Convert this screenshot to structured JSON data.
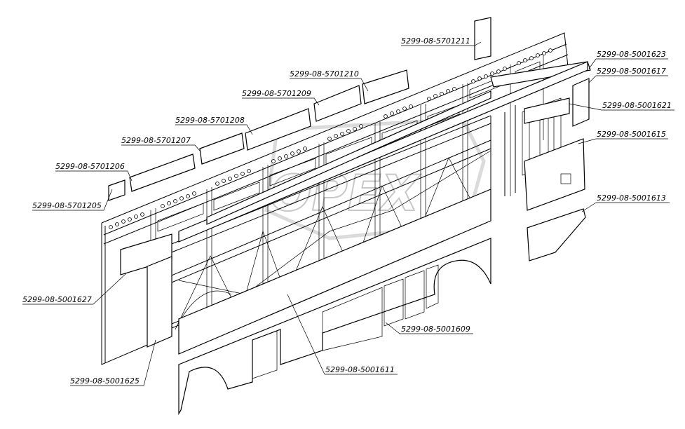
{
  "diagram": {
    "watermark": "OPEX",
    "labels": [
      "5299-08-5701211",
      "5299-08-5701210",
      "5299-08-5701209",
      "5299-08-5701208",
      "5299-08-5701207",
      "5299-08-5701206",
      "5299-08-5701205",
      "5299-08-5001623",
      "5299-08-5001617",
      "5299-08-5001621",
      "5299-08-5001615",
      "5299-08-5001613",
      "5299-08-5001627",
      "5299-08-5001625",
      "5299-08-5001609",
      "5299-08-5001611"
    ]
  }
}
